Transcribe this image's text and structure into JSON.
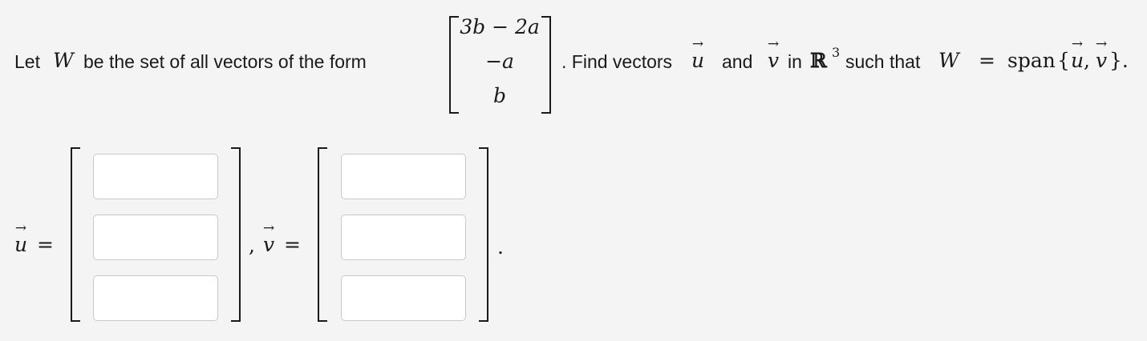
{
  "problem": {
    "intro": "Let",
    "w_symbol": "W",
    "text_middle": "be the set of all vectors of the form",
    "form_vector": [
      "3b − 2a",
      "−a",
      "b"
    ],
    "find_text": ". Find vectors",
    "u_symbol": "u",
    "and_text": "and",
    "v_symbol": "v",
    "in_text": "in",
    "space_symbol": "ℝ",
    "space_exponent": "3",
    "such_text": "such that",
    "w_symbol2": "W",
    "equals": "=",
    "span_text": "span",
    "span_open": "{",
    "span_u": "u",
    "span_comma": ",",
    "span_v": "v",
    "span_close": "}."
  },
  "answer": {
    "u_label": "u",
    "v_label": "v",
    "equals": "=",
    "separator": ",",
    "end_period": ".",
    "u_fields": [
      "",
      "",
      ""
    ],
    "v_fields": [
      "",
      "",
      ""
    ]
  }
}
